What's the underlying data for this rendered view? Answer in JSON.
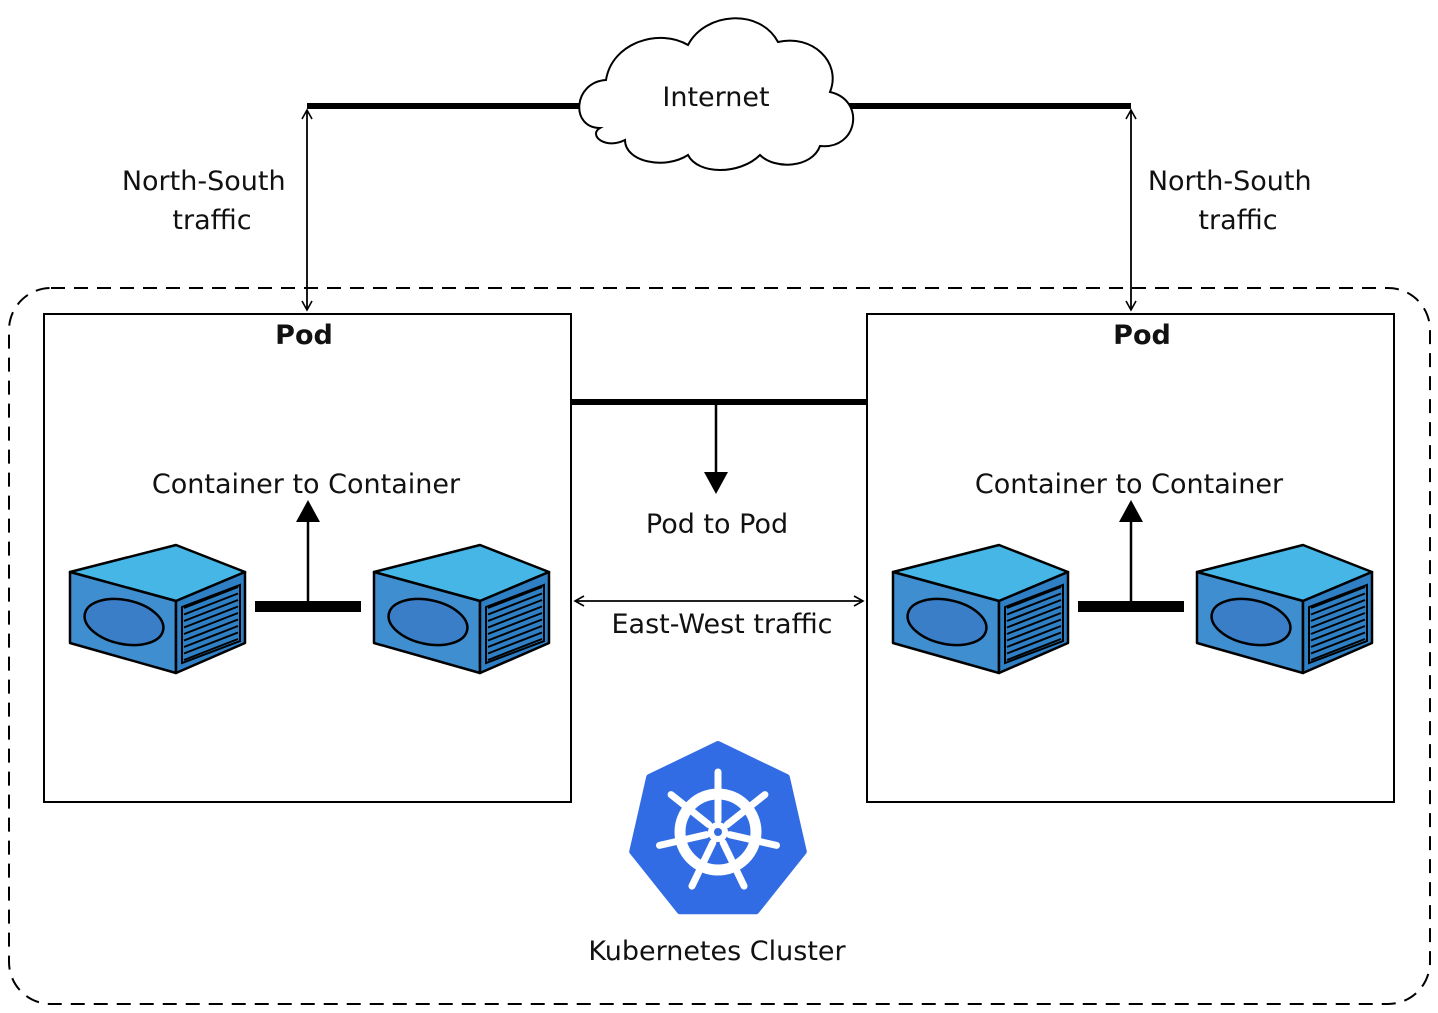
{
  "internet": {
    "label": "Internet"
  },
  "north_south": {
    "left": {
      "line1": "North-South",
      "line2": "traffic"
    },
    "right": {
      "line1": "North-South",
      "line2": "traffic"
    }
  },
  "pods": {
    "left": {
      "title": "Pod",
      "container_label": "Container to Container"
    },
    "right": {
      "title": "Pod",
      "container_label": "Container to Container"
    }
  },
  "pod_to_pod": {
    "label": "Pod to Pod"
  },
  "east_west": {
    "label": "East-West traffic"
  },
  "cluster": {
    "label": "Kubernetes Cluster"
  },
  "colors": {
    "line": "#000000",
    "container_top": "#45b6e6",
    "container_front": "#3f8fd0",
    "container_side": "#2f7fc4",
    "container_oval": "#3a7ec8",
    "k8s_logo": "#326ce5",
    "cloud_fill": "#ffffff"
  },
  "icons": {
    "internet": "cloud-icon",
    "container": "container-box-icon",
    "kubernetes": "kubernetes-helm-logo"
  }
}
